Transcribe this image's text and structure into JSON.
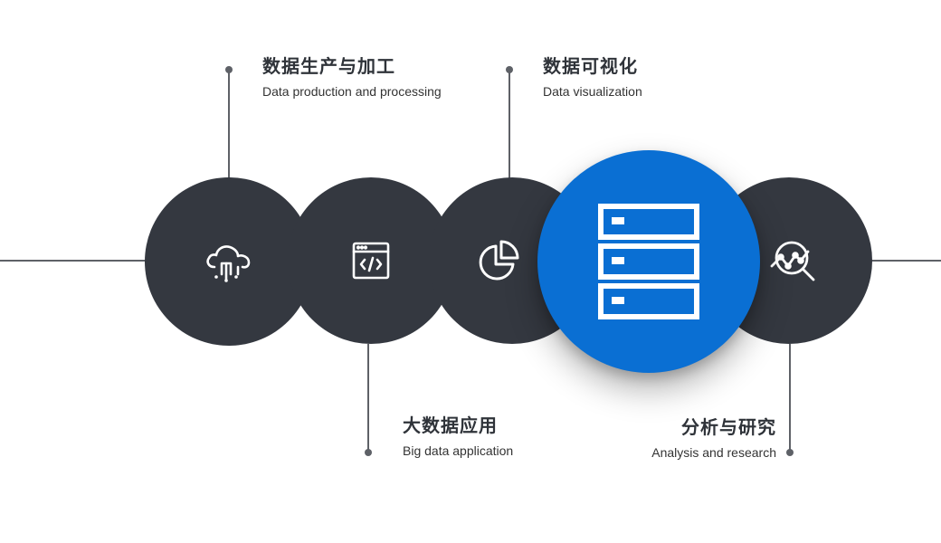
{
  "items": [
    {
      "zh": "数据生产与加工",
      "en": "Data production and processing",
      "icon": "cloud-network-icon"
    },
    {
      "zh": "大数据应用",
      "en": "Big data application",
      "icon": "code-window-icon"
    },
    {
      "zh": "数据可视化",
      "en": "Data visualization",
      "icon": "pie-chart-icon"
    },
    {
      "zh": "",
      "en": "",
      "icon": "server-stack-icon"
    },
    {
      "zh": "分析与研究",
      "en": "Analysis and research",
      "icon": "magnifier-trend-icon"
    }
  ],
  "colors": {
    "dark_circle": "#343840",
    "accent_circle": "#0a6fd3",
    "line": "#5e6167",
    "text": "#2f3339"
  }
}
